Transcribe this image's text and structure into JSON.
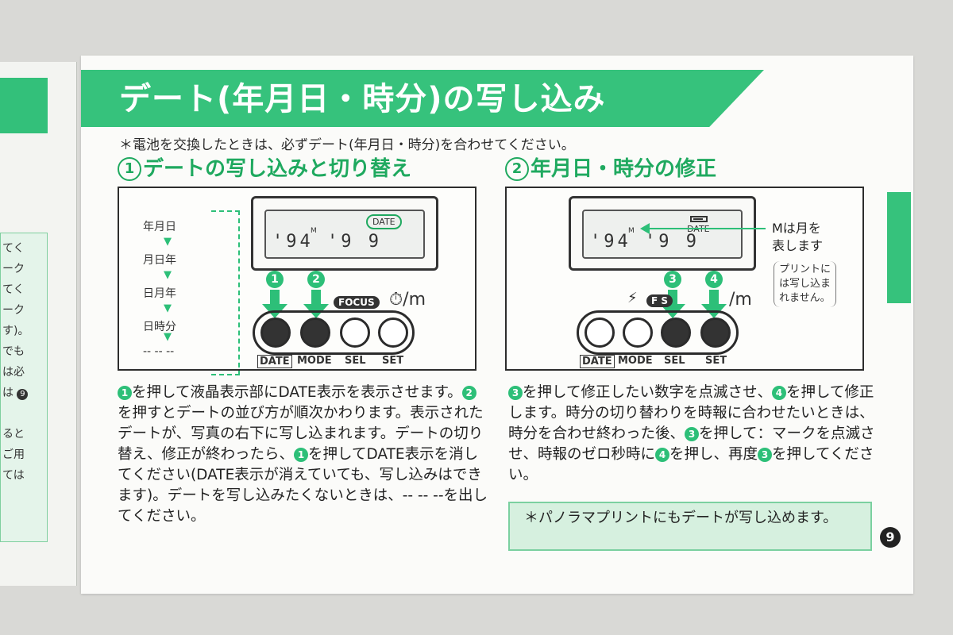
{
  "prev_page": {
    "lines": [
      "てく",
      "ーク",
      "てく",
      "ーク",
      "す)。",
      "でも",
      "は必",
      "は",
      "ると",
      "ご用",
      "ては"
    ],
    "circled_number": "9"
  },
  "title": "デート(年月日・時分)の写し込み",
  "note_top": "＊電池を交換したときは、必ずデート(年月日・時分)を合わせてください。",
  "section1": {
    "number": "1",
    "heading": "デートの写し込みと切り替え",
    "order_items": [
      "年月日",
      "月日年",
      "日月年",
      "日時分"
    ],
    "order_blank": "-- -- --",
    "lcd_date_tag": "DATE",
    "lcd_digits": "'94 '9  9",
    "lcd_month_mark": "M",
    "arrow_numbers": [
      "1",
      "2"
    ],
    "focus_label": "FOCUS",
    "timer_label": "⏱/m",
    "button_labels": [
      "DATE",
      "MODE",
      "SEL",
      "SET"
    ],
    "body": [
      {
        "dot": "1",
        "text": "を押して液晶表示部にDATE表示を表示させます。"
      },
      {
        "dot": "2",
        "text": "を押すとデートの並び方が順次かわります。表示されたデートが、写真の右下に写し込まれます。デートの切り替え、修正が終わったら、"
      },
      {
        "dot": "1",
        "text": "を押してDATE表示を消してください(DATE表示が消えていても、写し込みはできます)。デートを写し込みたくないときは、-- -- --を出してください。"
      }
    ]
  },
  "section2": {
    "number": "2",
    "heading": "年月日・時分の修正",
    "lcd_date_tag": "DATE",
    "lcd_digits": "'94 '9  9",
    "lcd_month_mark": "M",
    "callout_main": [
      "Mは月を",
      "表します"
    ],
    "callout_small": [
      "プリントに",
      "は写し込ま",
      "れません。"
    ],
    "arrow_numbers": [
      "3",
      "4"
    ],
    "flash_label": "⚡",
    "fs_label": "F S",
    "timer_label": "/m",
    "button_labels": [
      "DATE",
      "MODE",
      "SEL",
      "SET"
    ],
    "body": [
      {
        "dot": "3",
        "text": "を押して修正したい数字を点滅させ、"
      },
      {
        "dot": "4",
        "text": "を押して修正します。時分の切り替わりを時報に合わせたいときは、時分を合わせ終わった後、"
      },
      {
        "dot": "3",
        "text": "を押して：マークを点滅させ、時報のゼロ秒時に"
      },
      {
        "dot": "4",
        "text": "を押し、再度"
      },
      {
        "dot": "3",
        "text": "を押してください。"
      }
    ],
    "note": "＊パノラマプリントにもデートが写し込めます。"
  },
  "page_number": "9",
  "colors": {
    "accent_green": "#36c27c",
    "dark": "#2b2b2b",
    "note_bg": "#d6f0df"
  }
}
